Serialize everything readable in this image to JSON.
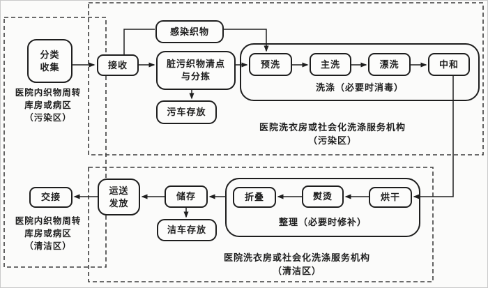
{
  "colors": {
    "ink": "#1f1f1f",
    "paper": "#fbfbfa",
    "dash": "#3c3c3c"
  },
  "zones": {
    "hospital_dirty": "医院内织物周转\n库房或病区\n（污染区）",
    "hospital_clean": "医院内织物周转\n库房或病区\n（清洁区）",
    "laundry_dirty": "医院洗衣房或社会化洗涤服务机构\n（污染区）",
    "laundry_clean": "医院洗衣房或社会化洗涤服务机构\n（清洁区）"
  },
  "groups": {
    "washing": "洗涤（必要时消毒）",
    "finishing": "整理（必要时修补）"
  },
  "nodes": {
    "sort_collect": "分类\n收集",
    "receive": "接收",
    "infected_textiles": "感染织物",
    "dirty_count_sort": "脏污织物清点\n与分拣",
    "dirty_cart_park": "污车存放",
    "prewash": "预洗",
    "main_wash": "主洗",
    "rinse": "漂洗",
    "neutralize": "中和",
    "handover": "交接",
    "transport_dispatch": "运送\n发放",
    "storage": "储存",
    "clean_cart_park": "洁车存放",
    "fold": "折叠",
    "iron": "熨烫",
    "dry": "烘干"
  }
}
